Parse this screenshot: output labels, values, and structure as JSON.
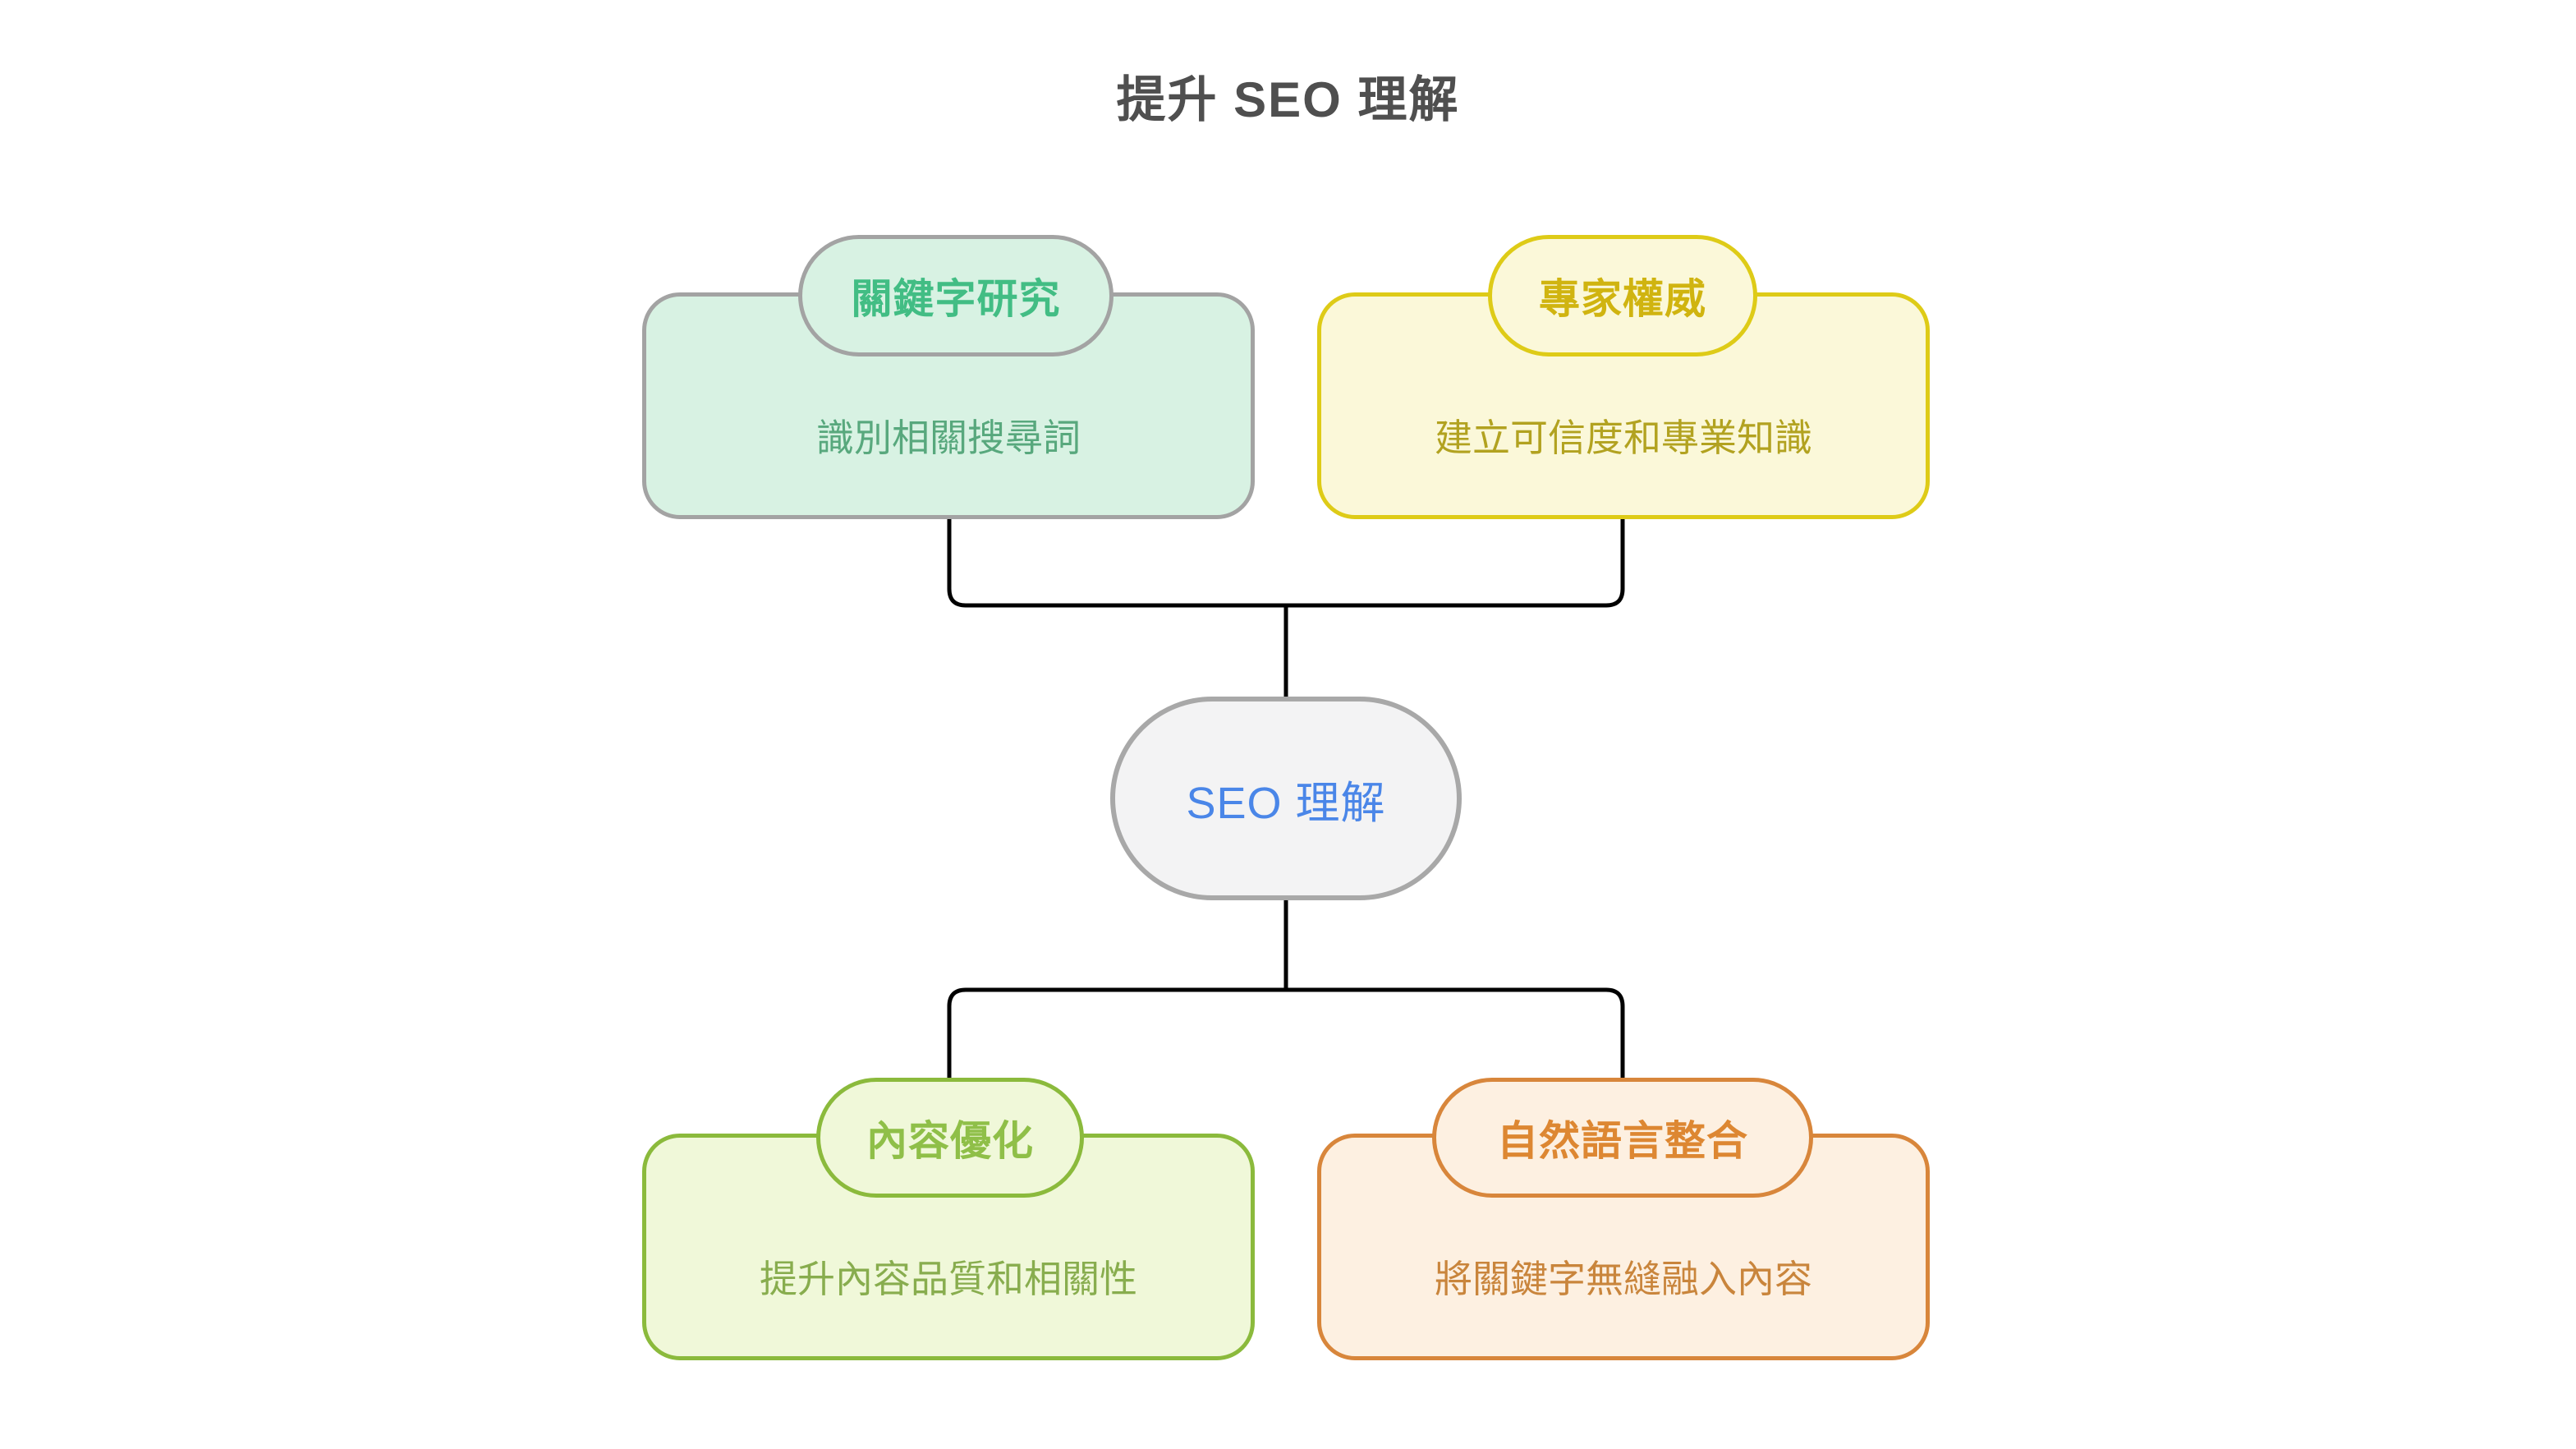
{
  "page": {
    "title": "提升 SEO 理解",
    "title_color": "#4f4f4f",
    "background": "#ffffff"
  },
  "diagram": {
    "connector_color": "#000000",
    "root": {
      "id": "seo-understanding",
      "label": "SEO 理解",
      "fill": "#f3f3f4",
      "border_color": "#a8a8a8",
      "text_color": "#4a86e8"
    },
    "nodes": [
      {
        "id": "keyword-research",
        "position": "top-left",
        "title": "關鍵字研究",
        "description": "識別相關搜尋詞",
        "fill": "#d8f2e3",
        "border_color": "#a3a3a3",
        "title_color": "#42bd84",
        "description_color": "#58a87d"
      },
      {
        "id": "expert-authority",
        "position": "top-right",
        "title": "專家權威",
        "description": "建立可信度和專業知識",
        "fill": "#fbf8d9",
        "border_color": "#decb17",
        "title_color": "#d0b410",
        "description_color": "#b2a220"
      },
      {
        "id": "content-optimization",
        "position": "bottom-left",
        "title": "內容優化",
        "description": "提升內容品質和相關性",
        "fill": "#f0f8d9",
        "border_color": "#8bba3c",
        "title_color": "#8fbf48",
        "description_color": "#88ad4e"
      },
      {
        "id": "nlp-integration",
        "position": "bottom-right",
        "title": "自然語言整合",
        "description": "將關鍵字無縫融入內容",
        "fill": "#fdf0e1",
        "border_color": "#d8863b",
        "title_color": "#dd8732",
        "description_color": "#c9853c"
      }
    ]
  }
}
